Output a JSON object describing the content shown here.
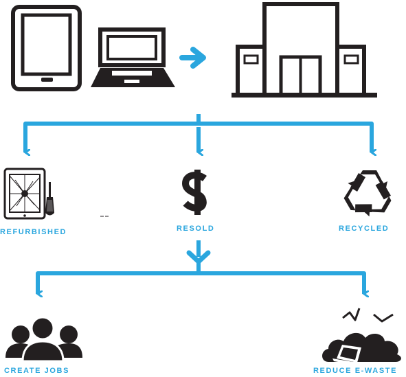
{
  "colors": {
    "accent": "#2aa6de",
    "icon": "#231f20",
    "background": "#ffffff"
  },
  "icons": [
    "tablet-icon",
    "laptop-icon",
    "store-building-icon",
    "cracked-tablet-screwdriver-icon",
    "dollar-sign-icon",
    "recycle-icon",
    "people-group-icon",
    "laptop-cloud-birds-icon"
  ],
  "labels": {
    "refurbished": "REFURBISHED",
    "resold": "RESOLD",
    "recycled": "RECYCLED",
    "create_jobs": "CREATE JOBS",
    "reduce_ewaste": "REDUCE E-WASTE"
  }
}
